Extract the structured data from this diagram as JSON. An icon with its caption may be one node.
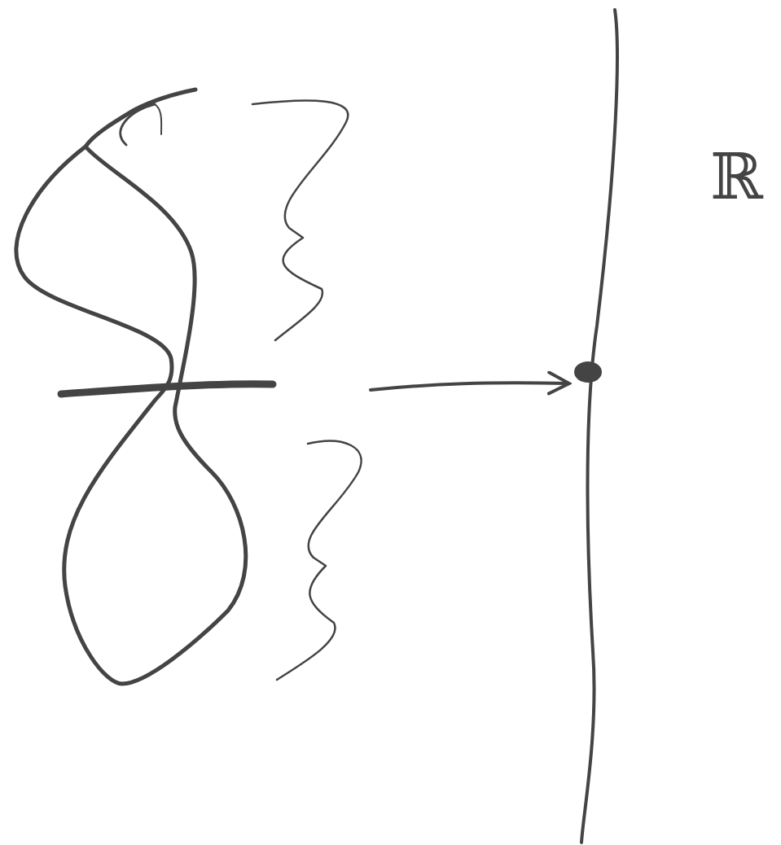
{
  "diagram": {
    "nodes": [
      {
        "text": [],
        "shape": "picture"
      },
      {
        "text": [],
        "shape": "picture"
      }
    ],
    "edges": [
      {
        "from": 0,
        "to": 1,
        "arrow": "to"
      }
    ],
    "labels": [
      "ℝ"
    ]
  }
}
